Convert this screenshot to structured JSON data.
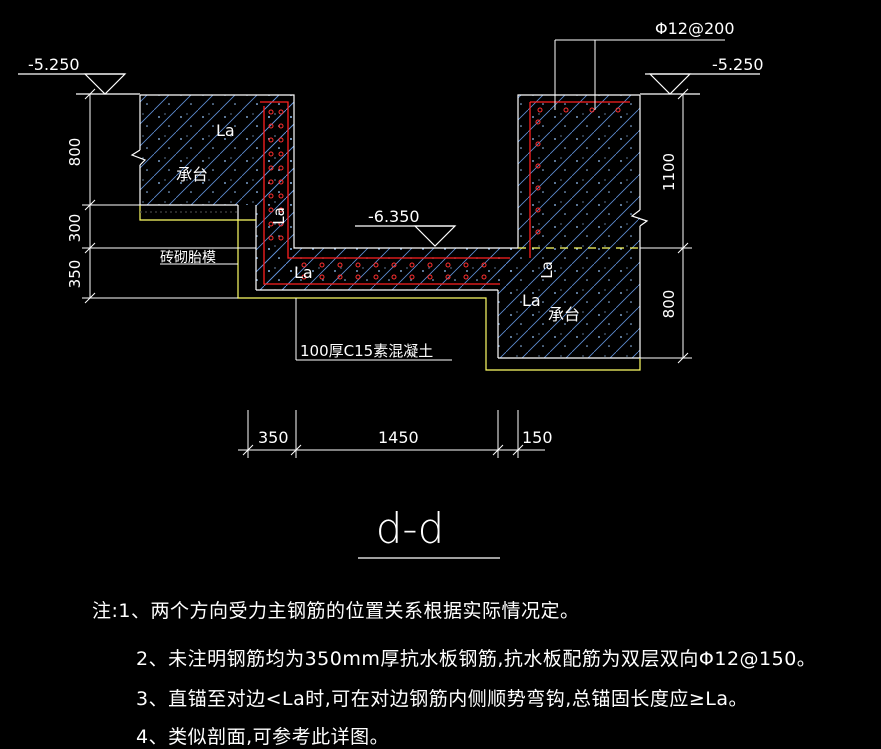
{
  "elevations": {
    "left": "-5.250",
    "right": "-5.250",
    "middle": "-6.350"
  },
  "rebar_callout": "Φ12@200",
  "dims_left": [
    "800",
    "300",
    "350"
  ],
  "dims_right": [
    "1100",
    "800"
  ],
  "dims_bottom": [
    "350",
    "1450",
    "150"
  ],
  "labels": {
    "la": "La",
    "cap": "承台",
    "brick_mould": "砖砌胎模",
    "blinding": "100厚C15素混凝土"
  },
  "section_title": "d-d",
  "notes": [
    "注:1、两个方向受力主钢筋的位置关系根据实际情况定。",
    "2、未注明钢筋均为350mm厚抗水板钢筋,抗水板配筋为双层双向Φ12@150。",
    "3、直锚至对边<La时,可在对边钢筋内侧顺势弯钩,总锚固长度应≥La。",
    "4、类似剖面,可参考此详图。"
  ],
  "colors": {
    "background": "#000000",
    "line": "#ffffff",
    "rebar": "#ff2020",
    "outline": "#ffff66",
    "hatch": "#7fb8ff"
  }
}
